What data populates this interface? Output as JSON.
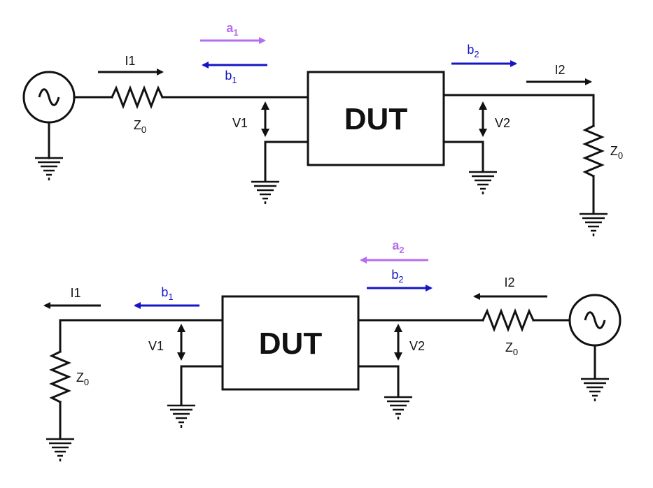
{
  "colors": {
    "wire": "#111111",
    "incident_wave": "#b36ef0",
    "reflected_wave": "#1414c8",
    "background": "#ffffff"
  },
  "top": {
    "dut": "DUT",
    "i1": "I1",
    "i2": "I2",
    "v1": "V1",
    "v2": "V2",
    "z_source": {
      "base": "Z",
      "sub": "0"
    },
    "z_load": {
      "base": "Z",
      "sub": "0"
    },
    "a1": {
      "base": "a",
      "sub": "1"
    },
    "b1": {
      "base": "b",
      "sub": "1"
    },
    "b2": {
      "base": "b",
      "sub": "2"
    }
  },
  "bottom": {
    "dut": "DUT",
    "i1": "I1",
    "i2": "I2",
    "v1": "V1",
    "v2": "V2",
    "z_load": {
      "base": "Z",
      "sub": "0"
    },
    "z_source": {
      "base": "Z",
      "sub": "0"
    },
    "a2": {
      "base": "a",
      "sub": "2"
    },
    "b1": {
      "base": "b",
      "sub": "1"
    },
    "b2": {
      "base": "b",
      "sub": "2"
    }
  }
}
